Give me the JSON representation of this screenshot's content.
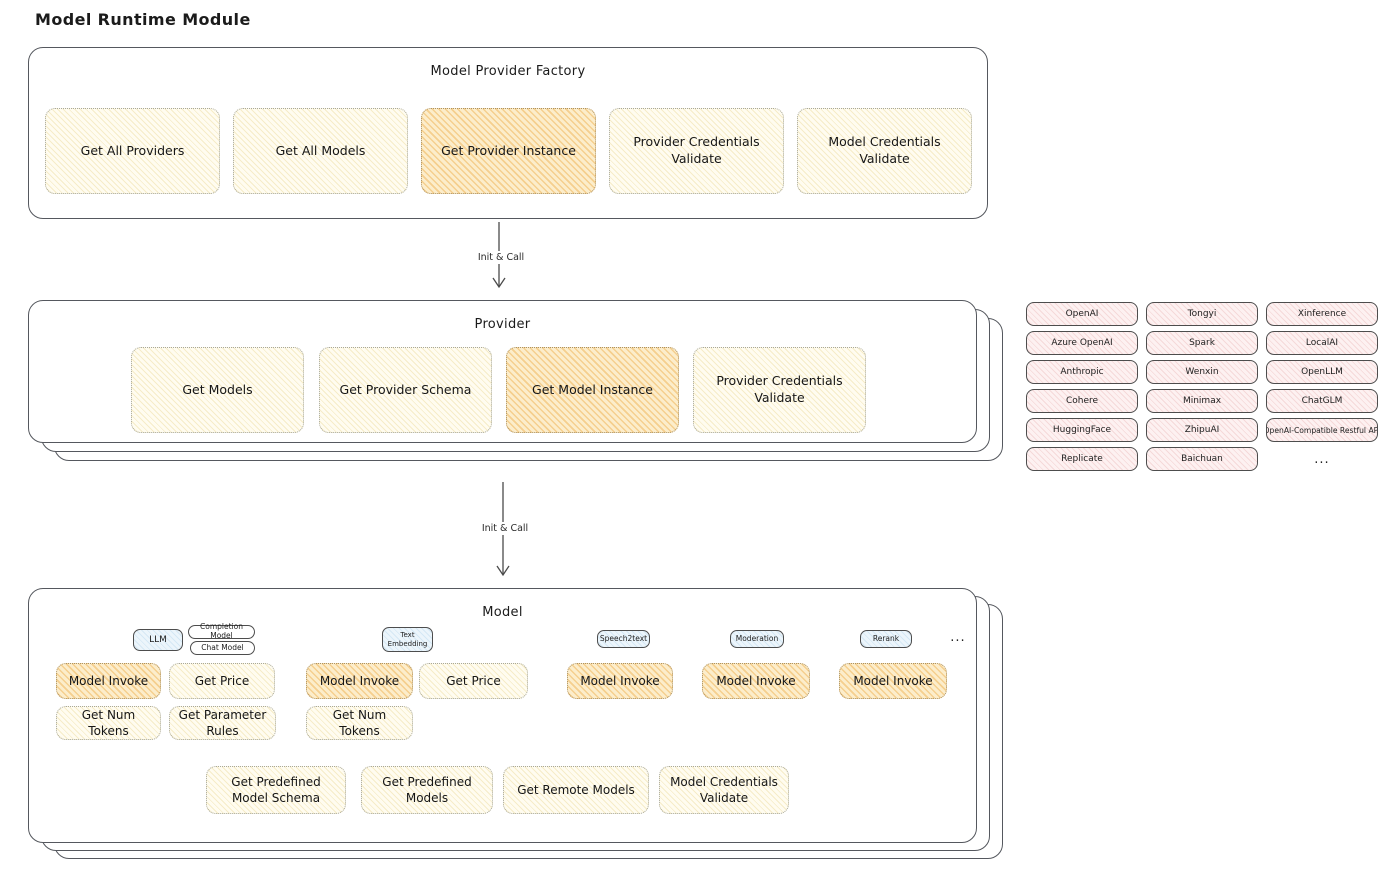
{
  "page_title": "Model Runtime Module",
  "arrow_label_1": "Init & Call",
  "arrow_label_2": "Init & Call",
  "colors": {
    "stroke": "#55585e",
    "highlight_fill": "#f5cf8e",
    "yellow_fill": "#f6ecc8",
    "pink_fill": "#f5d9d9",
    "blue_fill": "#d5e8f5"
  },
  "factory": {
    "title": "Model Provider Factory",
    "buttons": [
      {
        "label": "Get All Providers",
        "highlighted": false
      },
      {
        "label": "Get All Models",
        "highlighted": false
      },
      {
        "label": "Get Provider Instance",
        "highlighted": true
      },
      {
        "label": "Provider Credentials Validate",
        "highlighted": false
      },
      {
        "label": "Model Credentials Validate",
        "highlighted": false
      }
    ]
  },
  "provider": {
    "title": "Provider",
    "buttons": [
      {
        "label": "Get Models",
        "highlighted": false
      },
      {
        "label": "Get Provider Schema",
        "highlighted": false
      },
      {
        "label": "Get Model Instance",
        "highlighted": true
      },
      {
        "label": "Provider Credentials Validate",
        "highlighted": false
      }
    ]
  },
  "providers_panel": {
    "items": [
      "OpenAI",
      "Tongyi",
      "Xinference",
      "Azure OpenAI",
      "Spark",
      "LocalAI",
      "Anthropic",
      "Wenxin",
      "OpenLLM",
      "Cohere",
      "Minimax",
      "ChatGLM",
      "HuggingFace",
      "ZhipuAI",
      "OpenAI-Compatible Restful API",
      "Replicate",
      "Baichuan"
    ],
    "more": "..."
  },
  "model": {
    "title": "Model",
    "tags": [
      {
        "label": "LLM",
        "style": "blue"
      },
      {
        "label": "Completion Model",
        "style": "white"
      },
      {
        "label": "Chat Model",
        "style": "white"
      },
      {
        "label": "Text Embedding",
        "style": "blue"
      },
      {
        "label": "Speech2text",
        "style": "blue"
      },
      {
        "label": "Moderation",
        "style": "blue"
      },
      {
        "label": "Rerank",
        "style": "blue"
      },
      {
        "label": "...",
        "style": "plain"
      }
    ],
    "invoke_row": [
      {
        "label": "Model Invoke",
        "highlighted": true
      },
      {
        "label": "Get Price",
        "highlighted": false
      },
      {
        "label": "Model Invoke",
        "highlighted": true
      },
      {
        "label": "Get Price",
        "highlighted": false
      },
      {
        "label": "Model Invoke",
        "highlighted": true
      },
      {
        "label": "Model Invoke",
        "highlighted": true
      },
      {
        "label": "Model Invoke",
        "highlighted": true
      }
    ],
    "tokens_row": [
      {
        "label": "Get Num Tokens",
        "highlighted": false
      },
      {
        "label": "Get Parameter Rules",
        "highlighted": false
      },
      {
        "label": "Get Num Tokens",
        "highlighted": false
      }
    ],
    "bottom_row": [
      {
        "label": "Get Predefined Model Schema",
        "highlighted": false
      },
      {
        "label": "Get Predefined Models",
        "highlighted": false
      },
      {
        "label": "Get Remote Models",
        "highlighted": false
      },
      {
        "label": "Model Credentials Validate",
        "highlighted": false
      }
    ]
  }
}
